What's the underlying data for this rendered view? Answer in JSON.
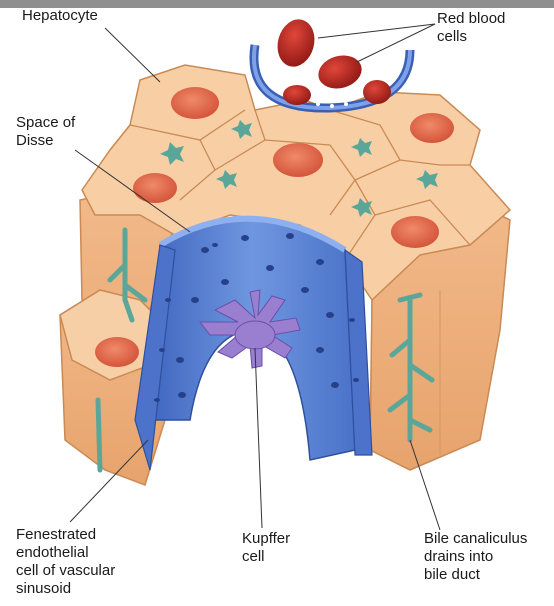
{
  "labels": {
    "hepatocyte": "Hepatocyte",
    "red_blood_cells": "Red blood\ncells",
    "space_of_disse": "Space of\nDisse",
    "fenestrated": "Fenestrated\nendothelial\ncell of vascular\nsinusoid",
    "kupffer": "Kupffer\ncell",
    "bile": "Bile canaliculus\ndrains into\nbile duct"
  },
  "colors": {
    "hepatocyte_fill": "#f6c79b",
    "hepatocyte_side": "#eab07c",
    "hepatocyte_edge": "#c98a55",
    "nucleus": "#e46a4d",
    "endothelium": "#5c86d6",
    "endothelium_dark": "#3b5fb4",
    "kupffer": "#9a7fd0",
    "bile": "#5aa79a",
    "rbc": "#b3231f"
  }
}
